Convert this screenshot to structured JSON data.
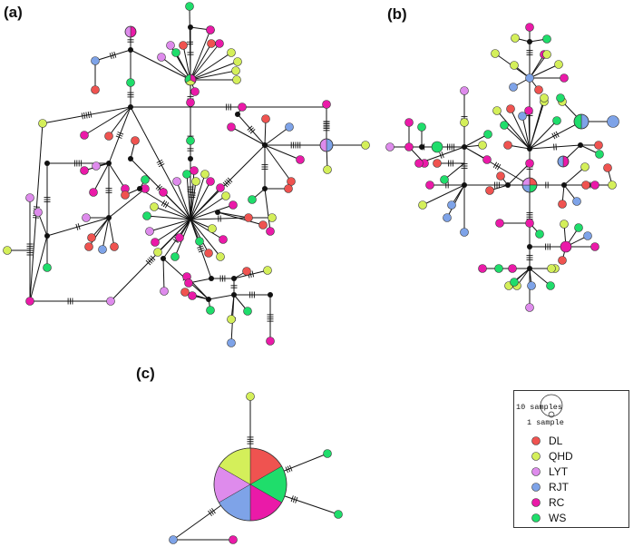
{
  "panels": {
    "a": "(a)",
    "b": "(b)",
    "c": "(c)"
  },
  "legend": {
    "size_big": "10 samples",
    "size_small": "1 sample",
    "items": [
      {
        "label": "DL",
        "color": "#ef5350"
      },
      {
        "label": "QHD",
        "color": "#d4ef5a"
      },
      {
        "label": "LYT",
        "color": "#de8bec"
      },
      {
        "label": "RJT",
        "color": "#7ea3e8"
      },
      {
        "label": "RC",
        "color": "#ea1aa8"
      },
      {
        "label": "WS",
        "color": "#1fdd6b"
      }
    ]
  }
}
